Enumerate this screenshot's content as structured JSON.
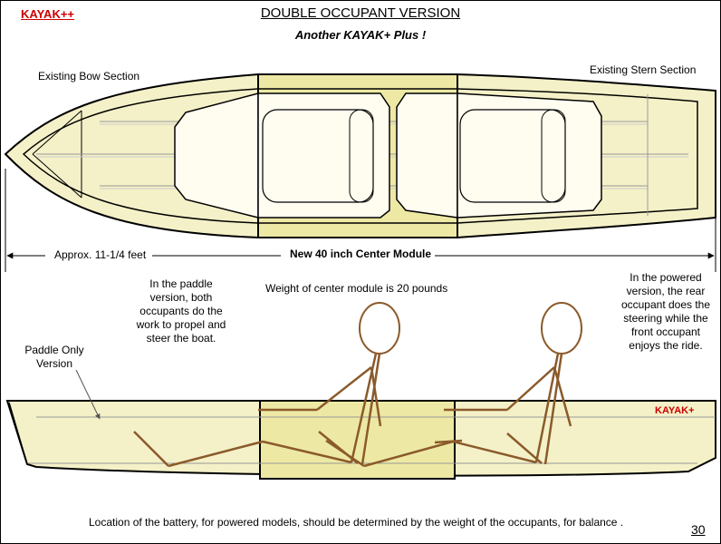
{
  "header": {
    "logo": "KAYAK++",
    "title": "DOUBLE OCCUPANT VERSION",
    "subtitle": "Another KAYAK+ Plus !"
  },
  "top_view": {
    "bow_label": "Existing Bow Section",
    "stern_label": "Existing Stern Section",
    "length_label": "Approx. 11-1/4 feet",
    "module_label": "New 40 inch Center Module"
  },
  "side_view": {
    "paddle_note": "In the paddle version, both occupants do the work to propel and steer the boat.",
    "weight_note": "Weight of center module is 20 pounds",
    "powered_note": "In the powered version, the rear occupant does the steering while the front occupant enjoys the ride.",
    "paddle_only_label": "Paddle Only Version",
    "hull_stamp": "KAYAK+"
  },
  "footer": {
    "note": "Location of the battery, for powered models, should be determined by the weight of the occupants, for balance .",
    "page_number": "30"
  },
  "colors": {
    "hull_fill": "#f4f1c8",
    "module_fill": "#ede9a4",
    "cockpit_fill": "#fffdf0",
    "figure_stroke": "#8b5a2b",
    "logo_red": "#cc0000"
  }
}
